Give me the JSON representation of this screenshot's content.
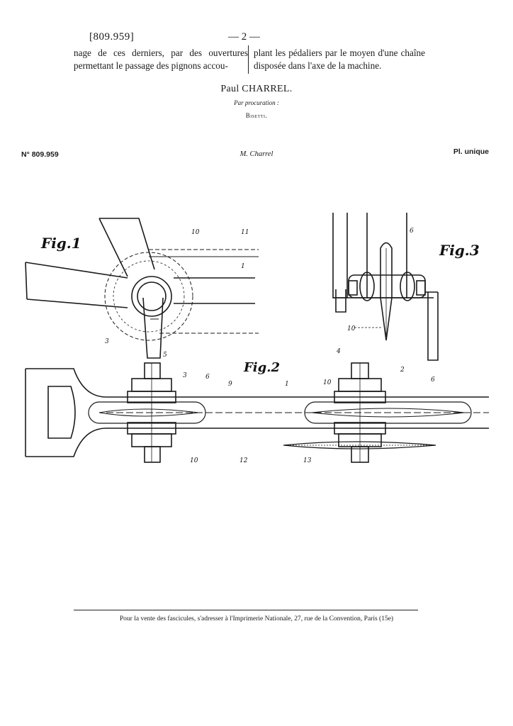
{
  "header": {
    "patent_number": "[809.959]",
    "page_number": "— 2 —"
  },
  "text": {
    "left_column": "nage de ces derniers, par des ouvertures permettant le passage des pignons accou-",
    "right_column": "plant les pédaliers par le moyen d'une chaîne disposée dans l'axe de la machine."
  },
  "signature": {
    "author": "Paul CHARREL.",
    "proxy_label": "Par procuration :",
    "proxy_name": "Bisetti."
  },
  "plate_header": {
    "number": "N° 809.959",
    "author": "M. Charrel",
    "label": "Pl. unique"
  },
  "figures": {
    "fig1": "Fig.1",
    "fig2": "Fig.2",
    "fig3": "Fig.3",
    "refs": {
      "r1a": "1",
      "r10a": "10",
      "r11": "11",
      "r3a": "3",
      "r5": "5",
      "r3b": "3",
      "r6a": "6",
      "r9": "9",
      "r1b": "1",
      "r10b": "10",
      "r12": "12",
      "r4": "4",
      "r2": "2",
      "r10c": "10",
      "r6b": "6",
      "r13": "13",
      "r6c": "6",
      "r10d": "10"
    }
  },
  "footer": {
    "text": "Pour la vente des fascicules, s'adresser à l'Imprimerie Nationale, 27, rue de la Convention, Paris (15e)"
  }
}
